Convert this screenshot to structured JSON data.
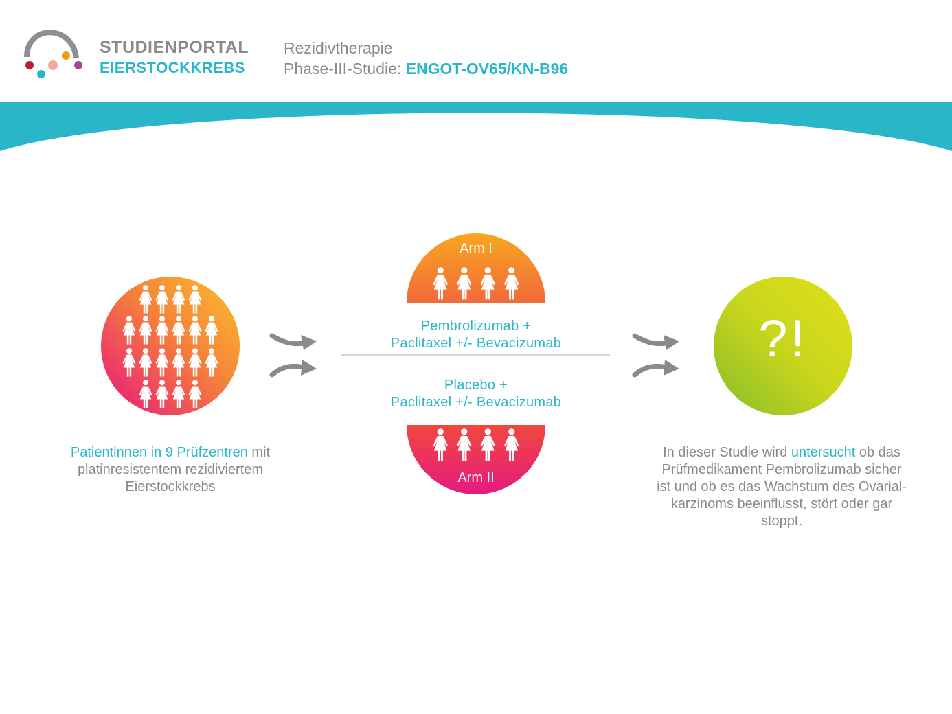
{
  "header": {
    "brand_line_1": "STUDIENPORTAL",
    "brand_line_2": "EIERSTOCKKREBS",
    "subtitle_1": "Rezidivtherapie",
    "subtitle_2_prefix": "Phase-III-Studie: ",
    "study_id": "ENGOT-OV65/KN-B96"
  },
  "colors": {
    "accent": "#2ab6c9",
    "text_gray": "#8a8a8a",
    "orange": "#f6a623",
    "magenta": "#e5157d",
    "lime": "#d7df1e",
    "green": "#8bbf2b"
  },
  "icons": {
    "people": "female-figure-icon",
    "arrows": "curved-arrow-icon"
  },
  "patients": {
    "caption_accent": "Patientinnen in 9 Prüfzentren",
    "caption_rest_1": " mit",
    "caption_line_2": "platinresistentem rezidiviertem",
    "caption_line_3": "Eierstockkrebs"
  },
  "arms": {
    "arm1_label": "Arm I",
    "arm1_therapy_line_1": "Pembrolizumab +",
    "arm1_therapy_line_2": "Paclitaxel +/- Bevacizumab",
    "arm2_label": "Arm II",
    "arm2_therapy_line_1": "Placebo +",
    "arm2_therapy_line_2": "Paclitaxel +/- Bevacizumab"
  },
  "outcome": {
    "symbol": "?!",
    "text_1": "In dieser Studie wird ",
    "text_accent": "untersucht",
    "text_2": " ob das",
    "text_line_2": "Prüfmedikament Pembrolizumab sicher",
    "text_line_3": "ist und ob es das Wachstum des Ovarial-",
    "text_line_4": "karzinoms beeinflusst, stört oder gar",
    "text_line_5": "stoppt."
  }
}
